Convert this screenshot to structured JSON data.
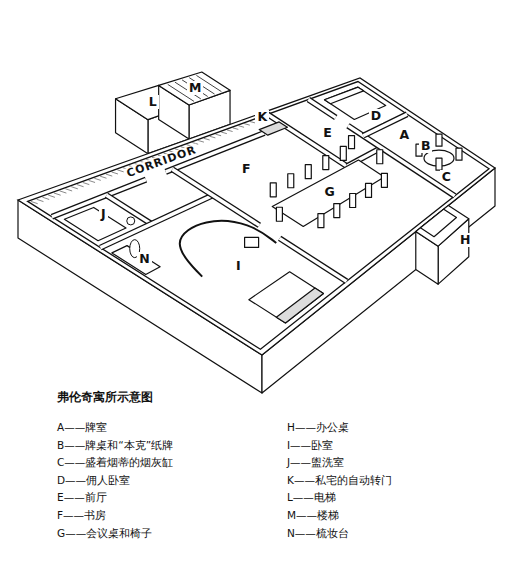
{
  "diagram": {
    "title": "弗伦奇寓所示意图",
    "labels": [
      "L",
      "M",
      "CORRIDOR",
      "K",
      "E",
      "D",
      "A",
      "B",
      "C",
      "F",
      "G",
      "H",
      "J",
      "N",
      "I",
      "A——牌室",
      "B——牌桌和“本克”纸牌",
      "C——盛着烟蒂的烟灰缸",
      "D——佣人卧室",
      "E——前厅",
      "F——书房",
      "G——会议桌和椅子",
      "H——办公桌",
      "I——卧室",
      "J——盥洗室",
      "K——私宅的自动转门",
      "L——电梯",
      "M——楼梯",
      "N——梳妆台"
    ]
  }
}
